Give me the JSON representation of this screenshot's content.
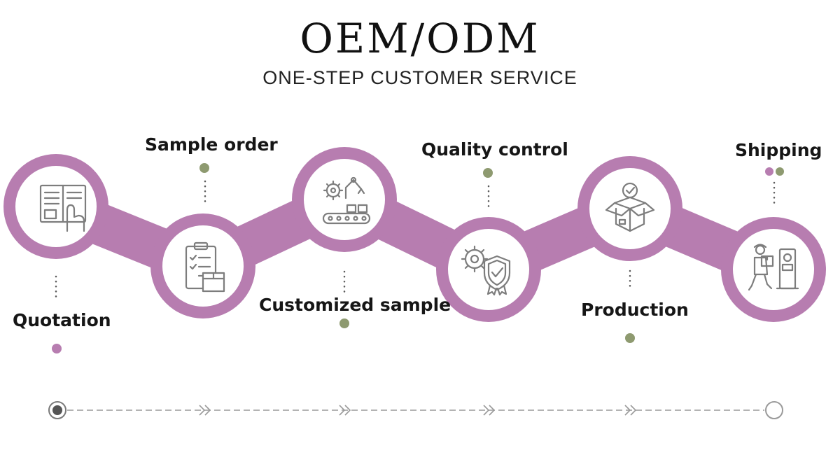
{
  "header": {
    "title": "OEM/ODM",
    "subtitle": "ONE-STEP CUSTOMER SERVICE"
  },
  "colors": {
    "ring": "#b77db0",
    "dot_pink": "#b77db0",
    "dot_green": "#8e9a70",
    "icon_stroke": "#7d7d7d",
    "timeline": "#9a9a9a"
  },
  "steps": [
    {
      "label": "Quotation",
      "icon": "document-hand-icon"
    },
    {
      "label": "Sample order",
      "icon": "clipboard-box-icon"
    },
    {
      "label": "Customized sample",
      "icon": "robot-arm-conveyor-icon"
    },
    {
      "label": "Quality control",
      "icon": "gear-shield-icon"
    },
    {
      "label": "Production",
      "icon": "open-box-icon"
    },
    {
      "label": "Shipping",
      "icon": "delivery-person-icon"
    }
  ]
}
